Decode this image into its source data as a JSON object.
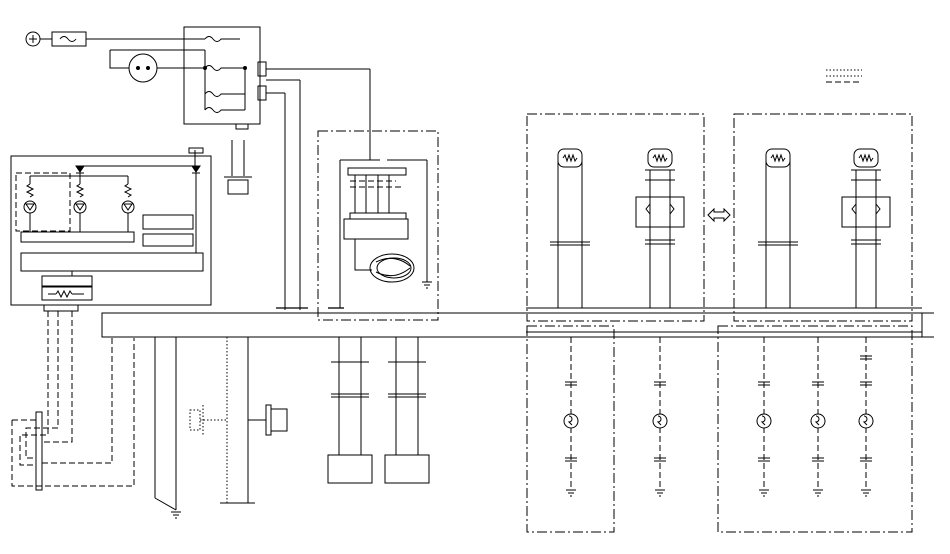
{
  "diagram": {
    "background": "#ffffff",
    "line_color": "#000000",
    "legend_styles": [
      "dotted",
      "dashed"
    ],
    "right_sections": [
      "upper-left-cabinet",
      "upper-right-cabinet",
      "lower-left-cabinet",
      "lower-right-cabinet"
    ],
    "bidirectional_arrow": "double-arrow-icon"
  }
}
